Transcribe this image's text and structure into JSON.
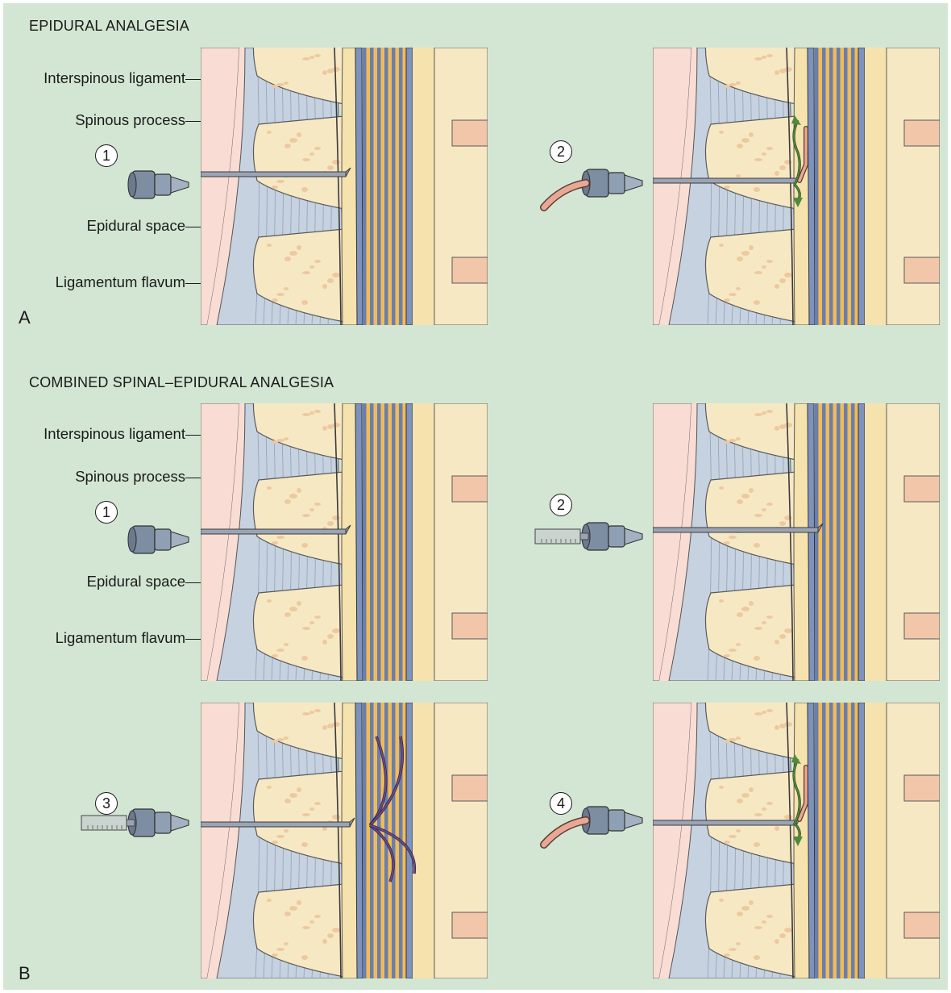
{
  "section_a": {
    "title": "EPIDURAL ANALGESIA",
    "panel_letter": "A",
    "labels": [
      "Interspinous ligament",
      "Spinous process",
      "Epidural space",
      "Ligamentum flavum"
    ],
    "steps": [
      "1",
      "2"
    ]
  },
  "section_b": {
    "title": "COMBINED SPINAL–EPIDURAL ANALGESIA",
    "panel_letter": "B",
    "labels": [
      "Interspinous ligament",
      "Spinous process",
      "Epidural space",
      "Ligamentum flavum"
    ],
    "steps": [
      "1",
      "2",
      "3",
      "4"
    ]
  },
  "colors": {
    "background": "#d3e6d3",
    "skin": "#f9dcd3",
    "ligament": "#c6d2e0",
    "bone": "#f7e8c4",
    "epidural_fat": "#f6e2ad",
    "dura": "#7d93bd",
    "cord_stripe": "#f1bb58",
    "cord_line": "#6a7fae",
    "disc": "#f2c6a9",
    "catheter": "#e8a895",
    "spread_arrows_epidural": "#4f8a3c",
    "spread_arrows_spinal": "#6a4c8c"
  }
}
